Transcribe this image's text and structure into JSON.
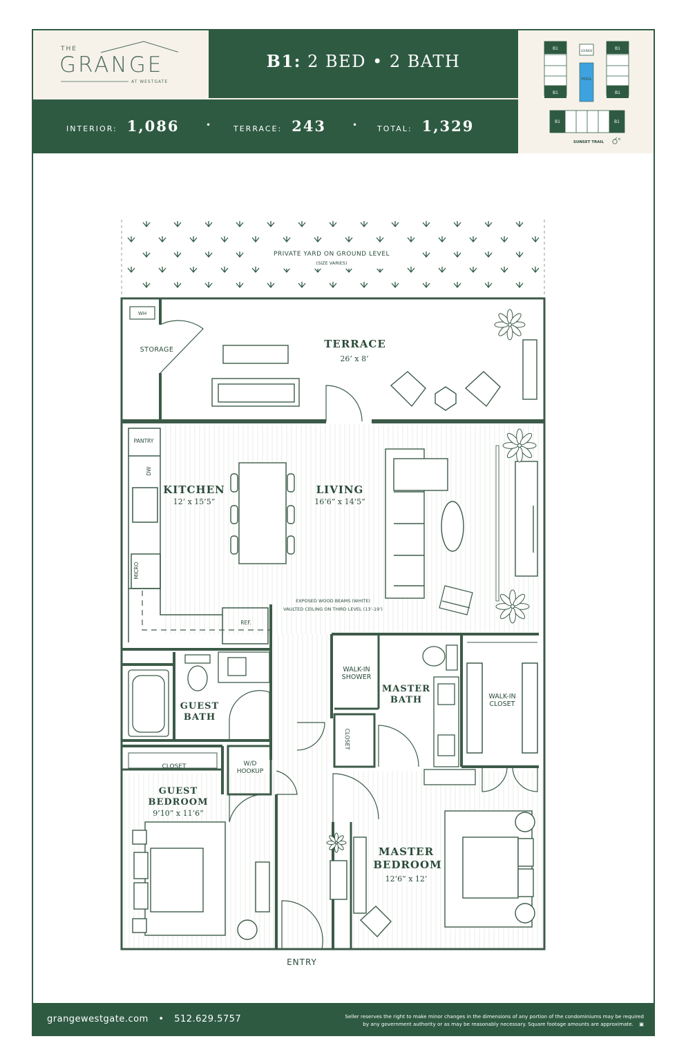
{
  "logo": {
    "the": "THE",
    "name": "GRANGE",
    "sub": "AT WESTGATE"
  },
  "header": {
    "unit": "B1:",
    "layout": "2 BED • 2 BATH"
  },
  "stats": {
    "interior_label": "INTERIOR:",
    "interior_value": "1,086",
    "terrace_label": "TERRACE:",
    "terrace_value": "243",
    "total_label": "TOTAL:",
    "total_value": "1,329",
    "separator": "•"
  },
  "keyplan": {
    "unit_tags": [
      "B1",
      "B1",
      "B1",
      "B1",
      "B1",
      "B1"
    ],
    "lounge": "LOUNGE",
    "pool": "POOL",
    "street": "SUNSET TRAIL"
  },
  "plan": {
    "yard_line1": "PRIVATE YARD ON GROUND LEVEL",
    "yard_line2": "(SIZE VARIES)",
    "wh": "WH",
    "storage": "STORAGE",
    "terrace": "TERRACE",
    "terrace_dim": "26’ x 8’",
    "pantry": "PANTRY",
    "dw": "DW",
    "micro": "MICRO",
    "kitchen": "KITCHEN",
    "kitchen_dim": "12’ x 15’5”",
    "living": "LIVING",
    "living_dim": "16’6” x 14’5”",
    "beams1": "EXPOSED WOOD BEAMS (WHITE)",
    "beams2": "VAULTED CEILING ON THIRD LEVEL (13’-19’)",
    "ref": "REF.",
    "guest_bath1": "GUEST",
    "guest_bath2": "BATH",
    "walkin_shower1": "WALK-IN",
    "walkin_shower2": "SHOWER",
    "master_bath1": "MASTER",
    "master_bath2": "BATH",
    "walkin_closet1": "WALK-IN",
    "walkin_closet2": "CLOSET",
    "closet_small": "CLOSET",
    "closet_guest": "CLOSET",
    "wd1": "W/D",
    "wd2": "HOOKUP",
    "guest_bed1": "GUEST",
    "guest_bed2": "BEDROOM",
    "guest_bed_dim": "9’10” x 11’6”",
    "master_bed1": "MASTER",
    "master_bed2": "BEDROOM",
    "master_bed_dim": "12’6” x 12’",
    "entry": "ENTRY"
  },
  "footer": {
    "website": "grangewestgate.com",
    "separator": "•",
    "phone": "512.629.5757",
    "disclaimer1": "Seller reserves the right to make minor changes in the dimensions of any portion of the condominiums may be required",
    "disclaimer2": "by any government authority or as may be reasonably necessary. Square footage amounts are approximate."
  },
  "colors": {
    "brand_green": "#2e5a42",
    "cream": "#f6f2ea",
    "wall": "#3c5a48",
    "pool": "#3fa2e0"
  }
}
